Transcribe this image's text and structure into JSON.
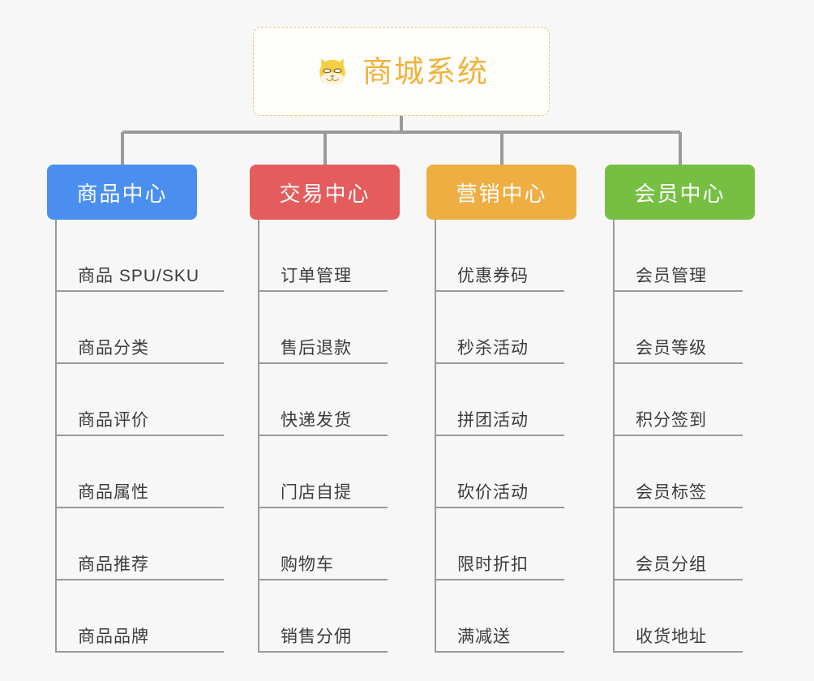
{
  "diagram": {
    "background_color": "#f7f7f7",
    "connector_color": "#9a9a9a",
    "leaf_text_color": "#3c3c3c"
  },
  "root": {
    "title": "商城系统",
    "icon": "shiba-dog-face-icon",
    "text_color": "#f0b33c",
    "border_color": "#f0c675",
    "background": "#fdfdfb"
  },
  "categories": [
    {
      "label": "商品中心",
      "color": "#4a8ef0",
      "items": [
        "商品 SPU/SKU",
        "商品分类",
        "商品评价",
        "商品属性",
        "商品推荐",
        "商品品牌"
      ]
    },
    {
      "label": "交易中心",
      "color": "#e55c5c",
      "items": [
        "订单管理",
        "售后退款",
        "快递发货",
        "门店自提",
        "购物车",
        "销售分佣"
      ]
    },
    {
      "label": "营销中心",
      "color": "#eeae42",
      "items": [
        "优惠券码",
        "秒杀活动",
        "拼团活动",
        "砍价活动",
        "限时折扣",
        "满减送"
      ]
    },
    {
      "label": "会员中心",
      "color": "#76bf43",
      "items": [
        "会员管理",
        "会员等级",
        "积分签到",
        "会员标签",
        "会员分组",
        "收货地址"
      ]
    }
  ]
}
